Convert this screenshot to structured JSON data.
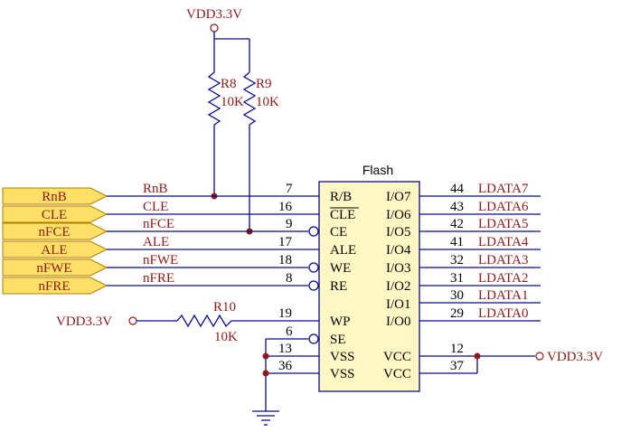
{
  "supply_label": "VDD3.3V",
  "chip": {
    "title": "Flash",
    "left_pins": [
      {
        "name": "R/B",
        "num": "7"
      },
      {
        "name": "CLE",
        "num": "16"
      },
      {
        "name": "CE",
        "num": "9"
      },
      {
        "name": "ALE",
        "num": "17"
      },
      {
        "name": "WE",
        "num": "18"
      },
      {
        "name": "RE",
        "num": "8"
      },
      {
        "name": "WP",
        "num": "19"
      },
      {
        "name": "SE",
        "num": "6"
      },
      {
        "name": "VSS",
        "num": "13"
      },
      {
        "name": "VSS",
        "num": "36"
      }
    ],
    "right_pins": [
      {
        "name": "I/O7",
        "num": "44",
        "net": "LDATA7"
      },
      {
        "name": "I/O6",
        "num": "43",
        "net": "LDATA6"
      },
      {
        "name": "I/O5",
        "num": "42",
        "net": "LDATA5"
      },
      {
        "name": "I/O4",
        "num": "41",
        "net": "LDATA4"
      },
      {
        "name": "I/O3",
        "num": "32",
        "net": "LDATA3"
      },
      {
        "name": "I/O2",
        "num": "31",
        "net": "LDATA2"
      },
      {
        "name": "I/O1",
        "num": "30",
        "net": "LDATA1"
      },
      {
        "name": "I/O0",
        "num": "29",
        "net": "LDATA0"
      },
      {
        "name": "VCC",
        "num": "12"
      },
      {
        "name": "VCC",
        "num": "37"
      }
    ]
  },
  "ports": [
    "RnB",
    "CLE",
    "nFCE",
    "ALE",
    "nFWE",
    "nFRE"
  ],
  "wire_labels": [
    "RnB",
    "CLE",
    "nFCE",
    "ALE",
    "nFWE",
    "nFRE"
  ],
  "resistors": [
    {
      "ref": "R8",
      "value": "10K"
    },
    {
      "ref": "R9",
      "value": "10K"
    },
    {
      "ref": "R10",
      "value": "10K"
    }
  ],
  "colors": {
    "wire": "#0a0a8c",
    "label": "#8b1a1a",
    "port_fill": "#ffe066",
    "port_stroke": "#b07d00",
    "chip_fill": "#fff8c4"
  }
}
